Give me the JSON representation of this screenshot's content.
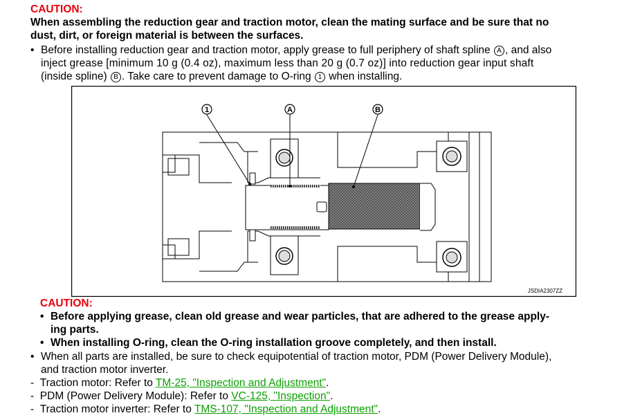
{
  "caution_top": {
    "title": "CAUTION:",
    "text_line1": "When assembling the reduction gear and traction motor, clean the mating surface and be sure that no",
    "text_line2": "dust, dirt, or foreign material is between the surfaces."
  },
  "bullet1": {
    "line1_a": "Before installing reduction gear and traction motor, apply grease to full periphery of shaft spline",
    "mark_a": "A",
    "line1_b": ", and also",
    "line2": "inject grease [minimum 10 g (0.4 oz), maximum less than 20 g (0.7 oz)] into reduction gear input shaft",
    "line3_a": "(inside spline)",
    "mark_b": "B",
    "line3_b": ". Take care to prevent damage to O-ring",
    "mark_1": "1",
    "line3_c": "when installing."
  },
  "figure": {
    "callout_1": "1",
    "callout_a": "A",
    "callout_b": "B",
    "code": "JSDIA2307ZZ"
  },
  "caution_mid": {
    "title": "CAUTION:",
    "item1_line1": "Before applying grease, clean old grease and wear particles, that are adhered to the grease apply-",
    "item1_line2": "ing parts.",
    "item2": "When installing O-ring, clean the O-ring installation groove completely, and then install."
  },
  "bullet2": {
    "line1": "When all parts are installed, be sure to check equipotential of traction motor, PDM (Power Delivery Module),",
    "line2": "and traction motor inverter."
  },
  "refs": [
    {
      "prefix": "Traction motor: Refer to ",
      "link": "TM-25, \"Inspection and Adjustment\"",
      "suffix": "."
    },
    {
      "prefix": "PDM (Power Delivery Module): Refer to ",
      "link": "VC-125, \"Inspection\"",
      "suffix": "."
    },
    {
      "prefix": "Traction motor inverter: Refer to ",
      "link": "TMS-107, \"Inspection and Adjustment\"",
      "suffix": "."
    }
  ],
  "colors": {
    "caution": "#e8000b",
    "link": "#0aa000"
  }
}
